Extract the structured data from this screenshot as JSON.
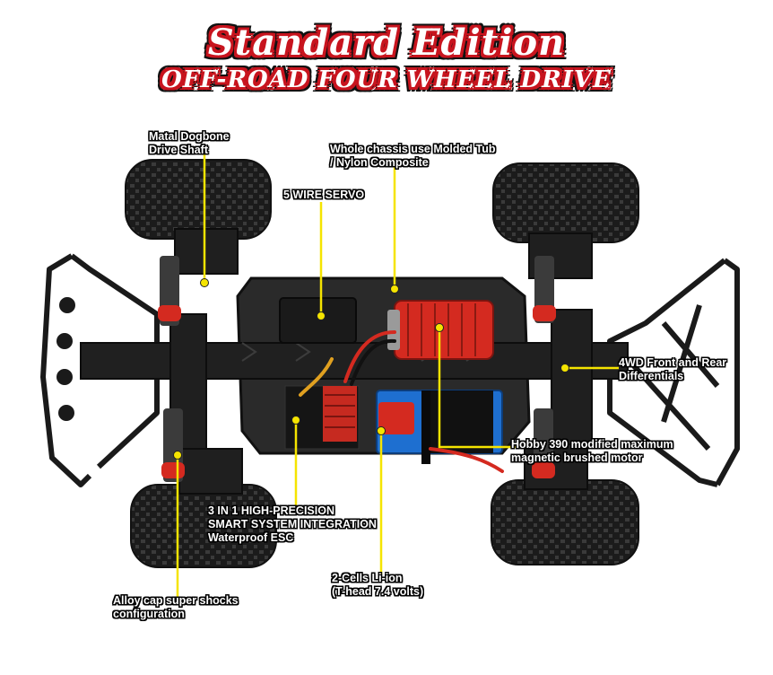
{
  "header": {
    "title": "Standard Edition",
    "subtitle": "OFF-ROAD FOUR WHEEL DRIVE"
  },
  "colors": {
    "accent_red": "#c8141e",
    "callout_yellow": "#f5e400",
    "chassis": "#2a2a2a",
    "motor_red": "#d42a20",
    "battery_blue": "#1e6fd0"
  },
  "callouts": {
    "dogbone": [
      "Matal Dogbone",
      "Drive Shaft"
    ],
    "chassis": [
      "Whole chassis use Molded Tub",
      "/ Nylon Composite"
    ],
    "servo": [
      "5 WIRE SERVO"
    ],
    "differentials": [
      "4WD Front and Rear",
      "Differentials"
    ],
    "motor": [
      "Hobby 390 modified maximum",
      "magnetic brushed motor"
    ],
    "esc": [
      "3 IN 1 HIGH-PRECISION",
      "SMART SYSTEM INTEGRATION",
      "Waterproof ESC"
    ],
    "battery": [
      "2-Cells  Li-ion",
      "(T-head 7.4 volts)"
    ],
    "shocks": [
      "Alloy cap super shocks",
      "configuration"
    ]
  }
}
